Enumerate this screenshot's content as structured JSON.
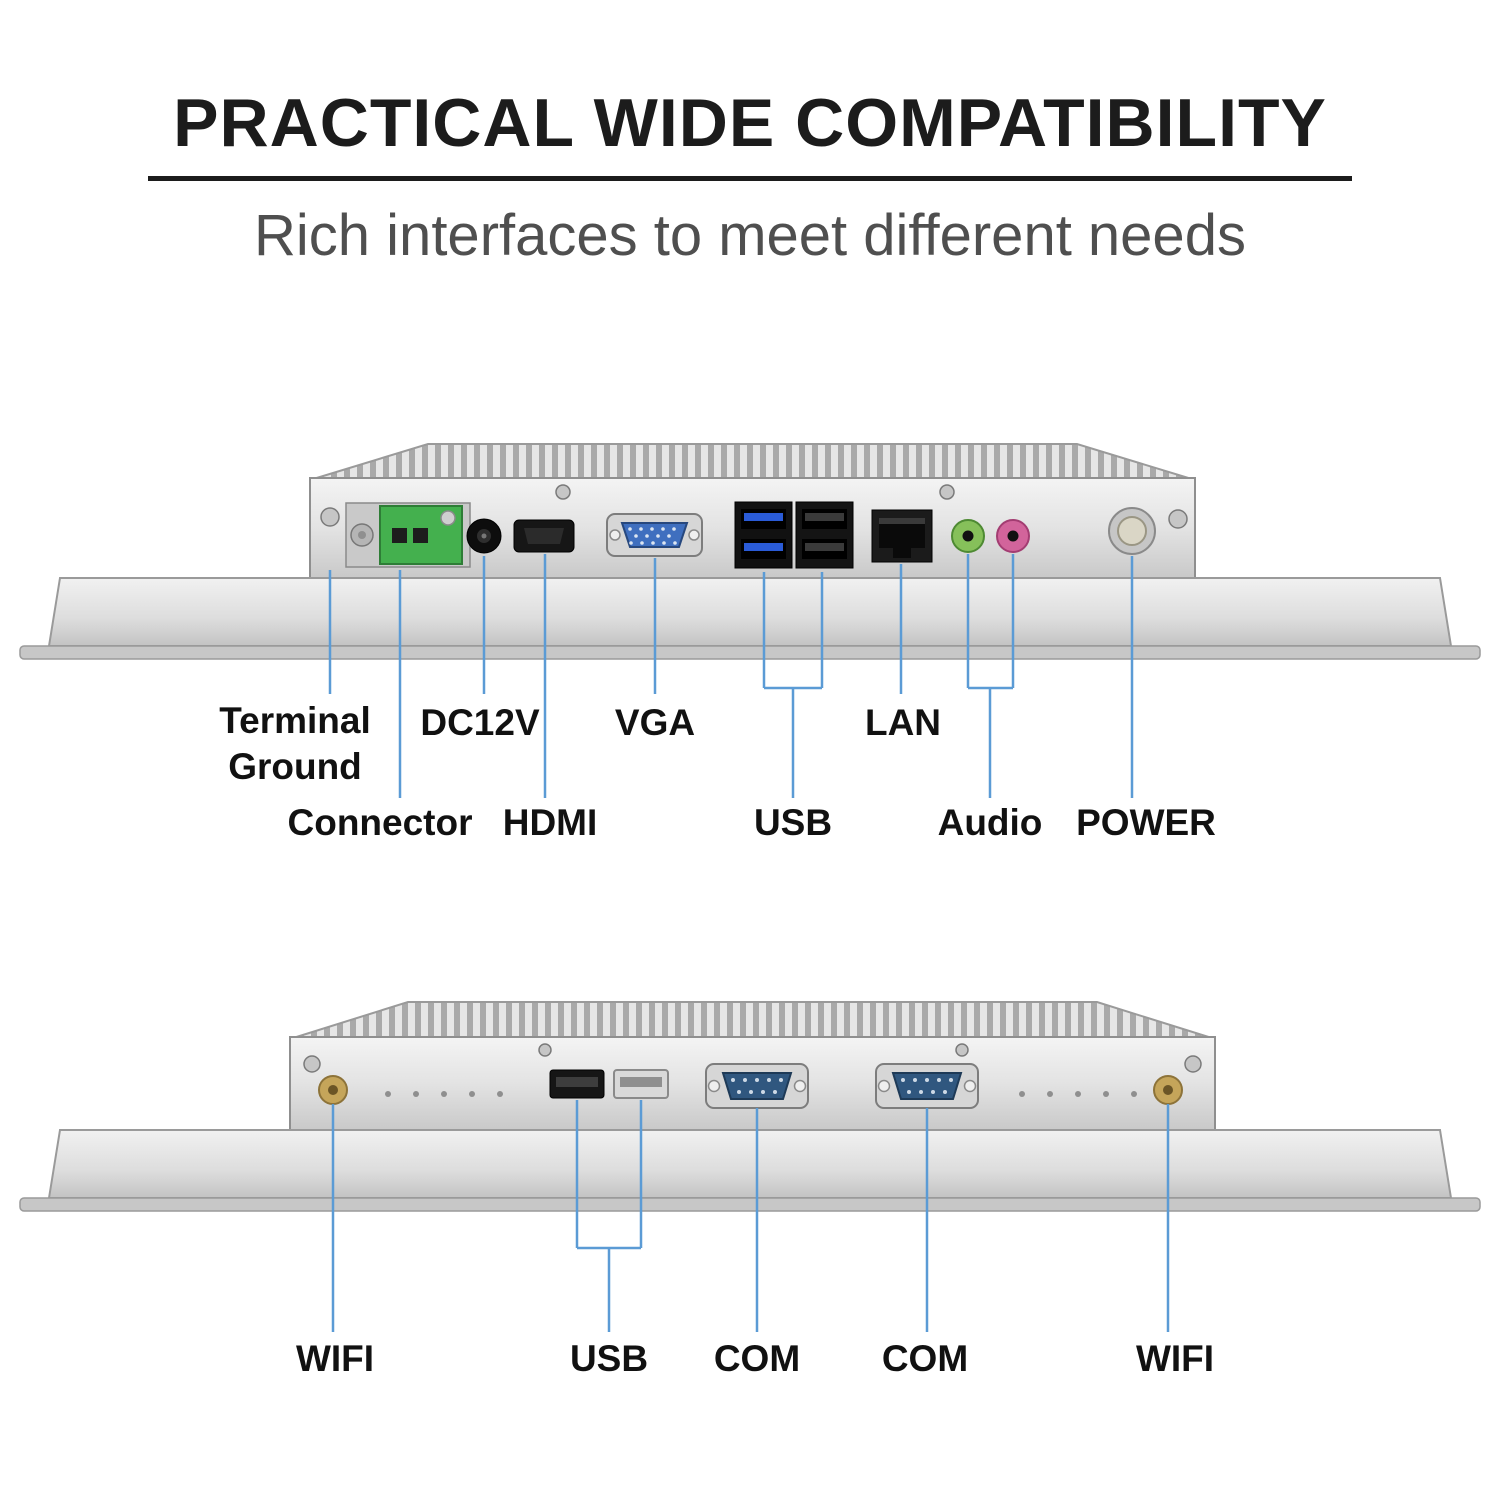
{
  "header": {
    "title": "PRACTICAL WIDE COMPATIBILITY",
    "subtitle": "Rich interfaces to meet different needs"
  },
  "colors": {
    "leader_line": "#5b9bd5",
    "title_text": "#1c1c1c",
    "subtitle_text": "#4f4f4f",
    "label_text": "#111111"
  },
  "top_view": {
    "labels": [
      {
        "id": "terminal-ground",
        "text": "Terminal\nGround"
      },
      {
        "id": "connector",
        "text": "Connector"
      },
      {
        "id": "dc12v",
        "text": "DC12V"
      },
      {
        "id": "hdmi",
        "text": "HDMI"
      },
      {
        "id": "vga",
        "text": "VGA"
      },
      {
        "id": "usb",
        "text": "USB"
      },
      {
        "id": "lan",
        "text": "LAN"
      },
      {
        "id": "audio",
        "text": "Audio"
      },
      {
        "id": "power",
        "text": "POWER"
      }
    ]
  },
  "bottom_view": {
    "labels": [
      {
        "id": "wifi-left",
        "text": "WIFI"
      },
      {
        "id": "usb",
        "text": "USB"
      },
      {
        "id": "com-1",
        "text": "COM"
      },
      {
        "id": "com-2",
        "text": "COM"
      },
      {
        "id": "wifi-right",
        "text": "WIFI"
      }
    ]
  }
}
